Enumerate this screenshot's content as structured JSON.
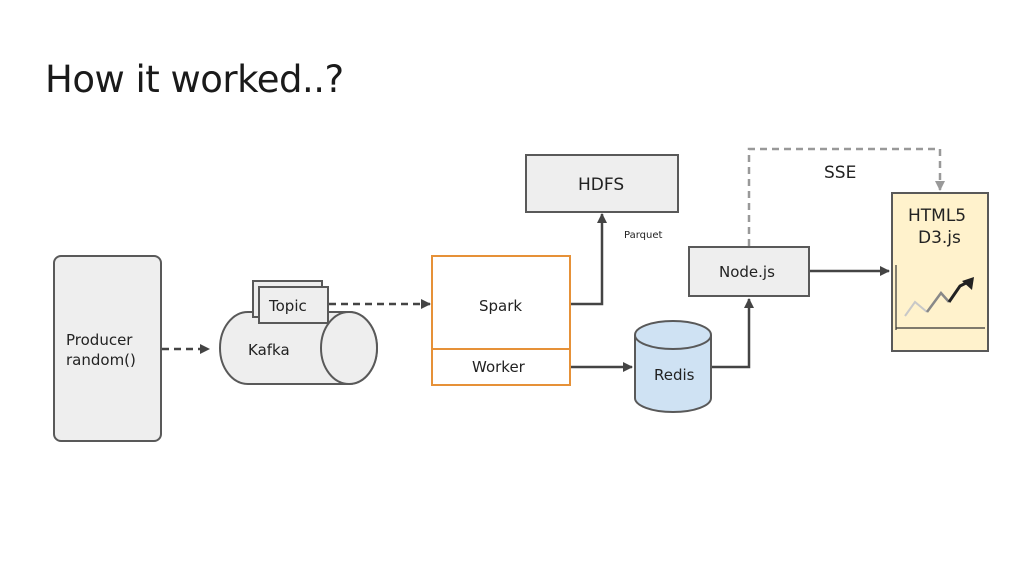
{
  "title": "How it worked..?",
  "nodes": {
    "producer": {
      "line1": "Producer",
      "line2": "random()"
    },
    "kafka": {
      "label": "Kafka"
    },
    "topic": {
      "label": "Topic"
    },
    "spark": {
      "label": "Spark"
    },
    "worker": {
      "label": "Worker"
    },
    "hdfs": {
      "label": "HDFS"
    },
    "parquet": {
      "label": "Parquet"
    },
    "redis": {
      "label": "Redis"
    },
    "nodejs": {
      "label": "Node.js"
    },
    "sse": {
      "label": "SSE"
    },
    "client": {
      "line1": "HTML5",
      "line2": "D3.js"
    }
  },
  "colors": {
    "box_fill": "#eeeeee",
    "stroke": "#595959",
    "spark_border": "#e69138",
    "redis_fill": "#cfe2f3",
    "client_fill": "#fff2cc",
    "sse_dash": "#999999"
  }
}
